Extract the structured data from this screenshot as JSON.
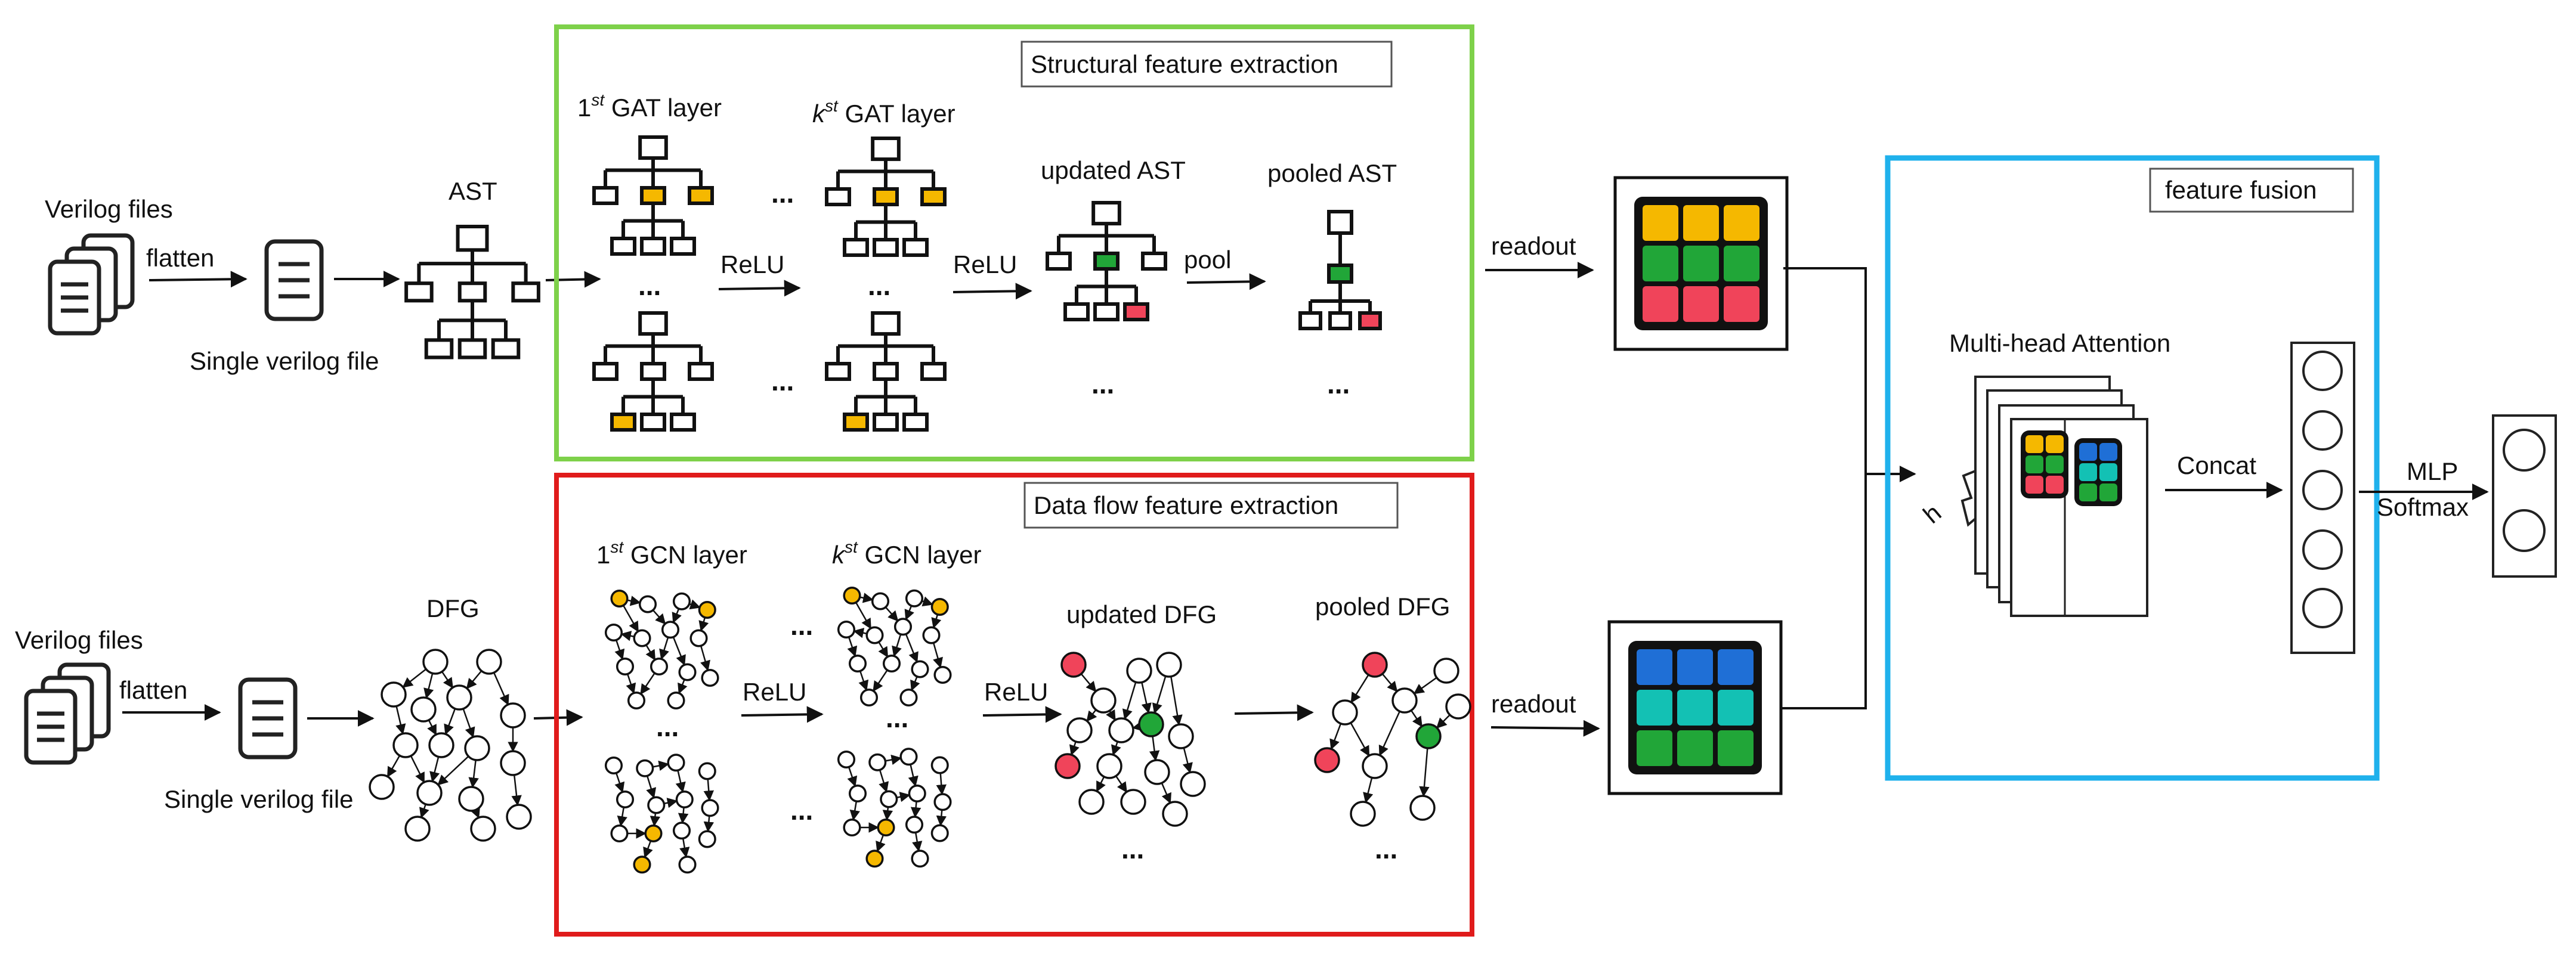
{
  "colors": {
    "structural_border": "#7ed14a",
    "dataflow_border": "#e01b1b",
    "fusion_border": "#1fb1ec",
    "yellow": "#f5b800",
    "green": "#21a638",
    "red": "#f0445a",
    "blue": "#1f6fd6",
    "teal": "#13c1b4"
  },
  "structural": {
    "title": "Structural feature extraction",
    "input_label": "Verilog files",
    "flatten_label": "flatten",
    "single_file_label": "Single verilog file",
    "graph_label": "AST",
    "first_layer_sup": "st",
    "first_layer_num": "1",
    "first_layer_label": "GAT layer",
    "k_layer_var": "k",
    "k_layer_sup": "st",
    "k_layer_label": "GAT layer",
    "relu1": "ReLU",
    "relu2": "ReLU",
    "updated_label": "updated AST",
    "pool_label": "pool",
    "pooled_label": "pooled AST",
    "readout_label": "readout",
    "ellipsis": "..."
  },
  "dataflow": {
    "title": "Data flow feature extraction",
    "input_label": "Verilog files",
    "flatten_label": "flatten",
    "single_file_label": "Single verilog file",
    "graph_label": "DFG",
    "first_layer_num": "1",
    "first_layer_sup": "st",
    "first_layer_label": "GCN layer",
    "k_layer_var": "k",
    "k_layer_sup": "st",
    "k_layer_label": "GCN layer",
    "relu1": "ReLU",
    "relu2": "ReLU",
    "updated_label": "updated DFG",
    "pooled_label": "pooled DFG",
    "readout_label": "readout",
    "ellipsis": "..."
  },
  "fusion": {
    "title": "feature fusion",
    "attention_label": "Multi-head Attention",
    "h_label": "h",
    "concat_label": "Concat",
    "mlp_label": "MLP",
    "softmax_label": "Softmax"
  }
}
